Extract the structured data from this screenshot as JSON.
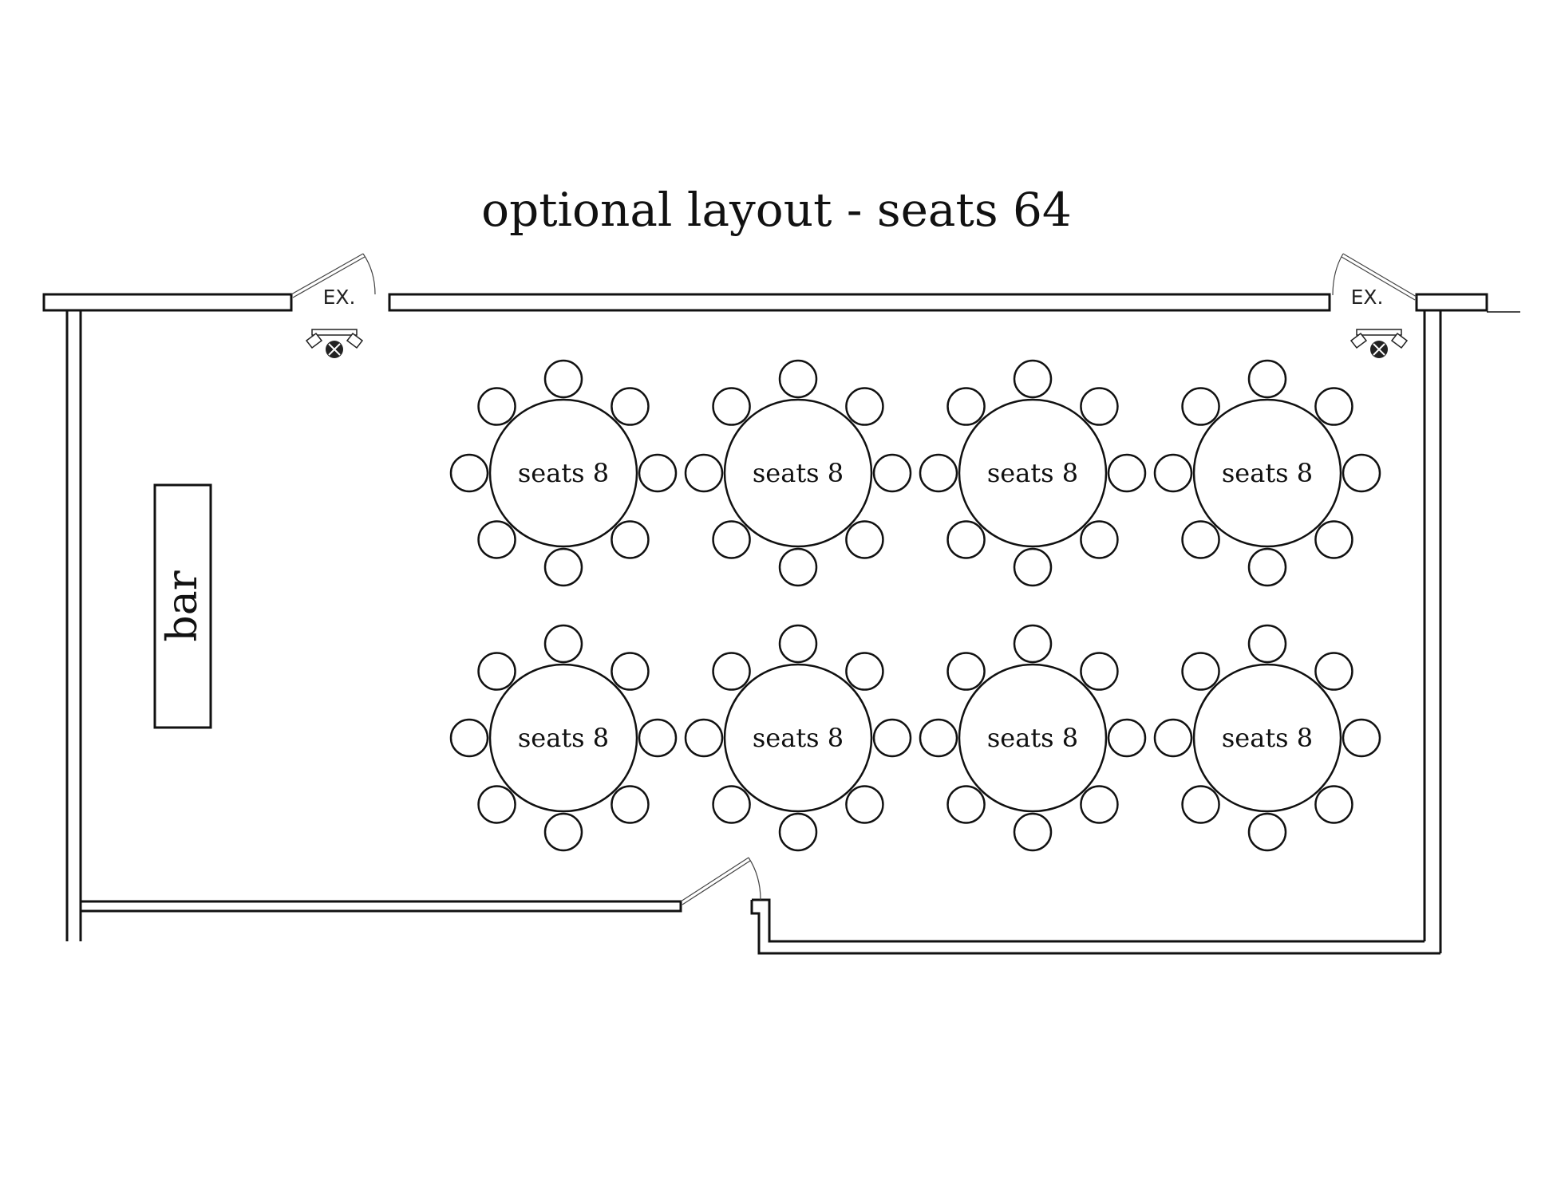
{
  "title": "optional layout - seats 64",
  "exits": [
    {
      "label": "EX."
    },
    {
      "label": "EX."
    }
  ],
  "bar": {
    "label": "bar"
  },
  "tables": [
    {
      "label": "seats 8",
      "chairs": 8
    },
    {
      "label": "seats 8",
      "chairs": 8
    },
    {
      "label": "seats 8",
      "chairs": 8
    },
    {
      "label": "seats 8",
      "chairs": 8
    },
    {
      "label": "seats 8",
      "chairs": 8
    },
    {
      "label": "seats 8",
      "chairs": 8
    },
    {
      "label": "seats 8",
      "chairs": 8
    },
    {
      "label": "seats 8",
      "chairs": 8
    }
  ],
  "icons": [
    "exit-sign-emergency-light-icon",
    "exit-sign-emergency-light-icon"
  ],
  "colors": {
    "ink": "#111111",
    "background": "#ffffff"
  }
}
